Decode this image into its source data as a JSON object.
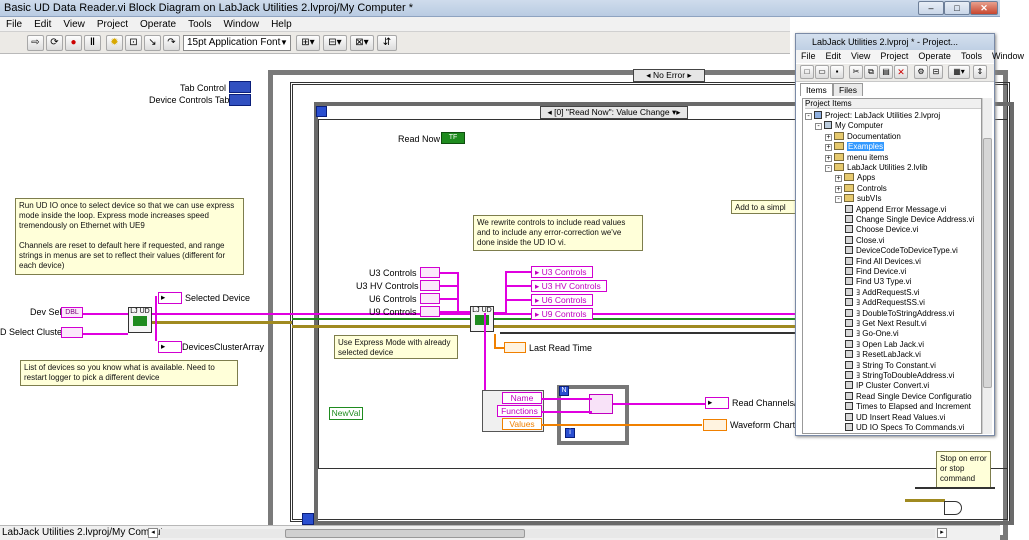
{
  "window": {
    "title": "Basic UD Data Reader.vi Block Diagram on LabJack Utilities 2.lvproj/My Computer *",
    "minimize": "–",
    "maximize": "□",
    "close": "✕"
  },
  "menu": [
    "File",
    "Edit",
    "View",
    "Project",
    "Operate",
    "Tools",
    "Window",
    "Help"
  ],
  "toolbar": {
    "font": "15pt Application Font",
    "buttons": [
      "run-arrow-icon",
      "run-continuous-icon",
      "abort-icon",
      "pause-icon",
      "highlight-execution-icon",
      "retain-wire-icon",
      "step-into-icon",
      "step-over-icon",
      "step-out-icon"
    ],
    "tools": [
      "align-icon",
      "distribute-icon",
      "resize-icon",
      "reorder-icon",
      "cleanup-icon"
    ]
  },
  "diagram": {
    "tab_control": "Tab Control",
    "device_controls_tab": "Device Controls Tab",
    "read_now": "Read Now",
    "tf_label": "TF",
    "no_error": "No Error",
    "event_case": "[0] \"Read Now\": Value Change",
    "note_express": "Run UD IO once to select device so that we can use express mode inside the loop. Express mode increases speed tremendously on Ethernet with UE9\n\nChannels are reset to default here if requested, and range strings in menus are set to reflect their values (different for each device)",
    "dev_sel": "Dev Sel",
    "select_cluster": "D Select Cluster",
    "selected_device": "Selected Device",
    "devices_cluster_array": "DevicesClusterArray",
    "note_list": "List of devices so you know what is available. Need to restart logger to pick a different device",
    "note_rewrite": "We rewrite controls to include read values and to include any error-correction we've done inside the UD IO vi.",
    "u3_controls": "U3 Controls",
    "u3hv_controls": "U3 HV Controls",
    "u6_controls": "U6 Controls",
    "u9_controls": "U9 Controls",
    "out_u3": "U3 Controls",
    "out_u3hv": "U3 HV Controls",
    "out_u6": "U6 Controls",
    "out_u9": "U9 Controls",
    "note_use_express": "Use Express Mode with already selected device",
    "last_read_time": "Last Read Time",
    "name": "Name",
    "functions": "Functions",
    "values": "Values",
    "read_channels": "Read Channels/",
    "waveform_chart": "Waveform Chart",
    "newval": "NewVal",
    "add_simple": "Add to a simpl",
    "stop_note": "Stop on error or stop command",
    "lj_ud": "LJ UD",
    "dbl": "DBL"
  },
  "status_bar": {
    "text": "LabJack Utilities 2.lvproj/My Computer"
  },
  "project": {
    "title": "LabJack Utilities 2.lvproj * - Project...",
    "menu": [
      "File",
      "Edit",
      "View",
      "Project",
      "Operate",
      "Tools",
      "Window"
    ],
    "tabs": [
      "Items",
      "Files"
    ],
    "header": "Project Items",
    "tree": [
      {
        "label": "Project: LabJack Utilities 2.lvproj",
        "level": 0,
        "kind": "proj",
        "exp": "-"
      },
      {
        "label": "My Computer",
        "level": 1,
        "kind": "pc",
        "exp": "-"
      },
      {
        "label": "Documentation",
        "level": 2,
        "kind": "folder",
        "exp": "+"
      },
      {
        "label": "Examples",
        "level": 2,
        "kind": "folder",
        "exp": "+",
        "selected": true
      },
      {
        "label": "menu items",
        "level": 2,
        "kind": "folder",
        "exp": "+"
      },
      {
        "label": "LabJack Utilities 2.lvlib",
        "level": 2,
        "kind": "lib",
        "exp": "-"
      },
      {
        "label": "Apps",
        "level": 3,
        "kind": "folder",
        "exp": "+"
      },
      {
        "label": "Controls",
        "level": 3,
        "kind": "folder",
        "exp": "+"
      },
      {
        "label": "subVIs",
        "level": 3,
        "kind": "folder",
        "exp": "-"
      },
      {
        "label": "Append Error Message.vi",
        "level": 4,
        "kind": "vi"
      },
      {
        "label": "Change Single Device Address.vi",
        "level": 4,
        "kind": "vi"
      },
      {
        "label": "Choose Device.vi",
        "level": 4,
        "kind": "vi"
      },
      {
        "label": "Close.vi",
        "level": 4,
        "kind": "vi"
      },
      {
        "label": "DeviceCodeToDeviceType.vi",
        "level": 4,
        "kind": "vi"
      },
      {
        "label": "Find All Devices.vi",
        "level": 4,
        "kind": "vi"
      },
      {
        "label": "Find Device.vi",
        "level": 4,
        "kind": "vi"
      },
      {
        "label": "Find U3 Type.vi",
        "level": 4,
        "kind": "vi"
      },
      {
        "label": "ﾖ AddRequestS.vi",
        "level": 4,
        "kind": "vi"
      },
      {
        "label": "ﾖ AddRequestSS.vi",
        "level": 4,
        "kind": "vi"
      },
      {
        "label": "ﾖ DoubleToStringAddress.vi",
        "level": 4,
        "kind": "vi"
      },
      {
        "label": "ﾖ Get Next Result.vi",
        "level": 4,
        "kind": "vi"
      },
      {
        "label": "ﾖ Go-One.vi",
        "level": 4,
        "kind": "vi"
      },
      {
        "label": "ﾖ Open Lab Jack.vi",
        "level": 4,
        "kind": "vi"
      },
      {
        "label": "ﾖ ResetLabJack.vi",
        "level": 4,
        "kind": "vi"
      },
      {
        "label": "ﾖ String To Constant.vi",
        "level": 4,
        "kind": "vi"
      },
      {
        "label": "ﾖ StringToDoubleAddress.vi",
        "level": 4,
        "kind": "vi"
      },
      {
        "label": "IP Cluster Convert.vi",
        "level": 4,
        "kind": "vi"
      },
      {
        "label": "Read Single Device Configuratio",
        "level": 4,
        "kind": "vi"
      },
      {
        "label": "Times to Elapsed and Increment",
        "level": 4,
        "kind": "vi"
      },
      {
        "label": "UD Insert Read Values.vi",
        "level": 4,
        "kind": "vi"
      },
      {
        "label": "UD IO Specs To Commands.vi",
        "level": 4,
        "kind": "vi"
      }
    ]
  }
}
